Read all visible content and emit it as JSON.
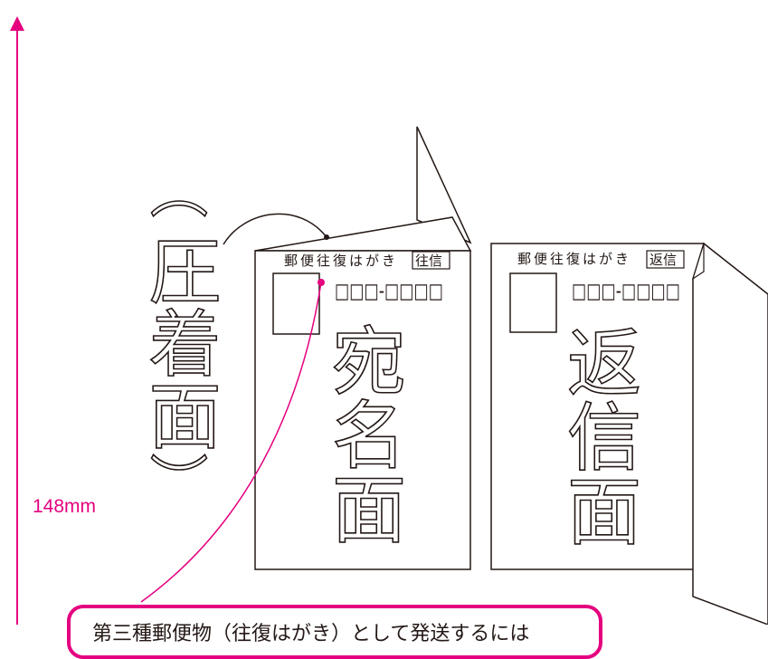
{
  "dimension": {
    "label": "148mm"
  },
  "fold_label": {
    "text": "圧着面",
    "open_paren": "︵",
    "close_paren": "︶"
  },
  "address_card": {
    "header": "郵便往復はがき",
    "tag": "往信",
    "postal_boxes": "□□□-□□□□",
    "title": "宛名面"
  },
  "reply_card": {
    "header": "郵便往復はがき",
    "tag": "返信",
    "postal_boxes": "□□□-□□□□",
    "title": "返信面"
  },
  "callout": {
    "text": "第三種郵便物（往復はがき）として発送するには"
  },
  "colors": {
    "accent": "#e4007f",
    "line": "#231815",
    "background": "#ffffff"
  }
}
